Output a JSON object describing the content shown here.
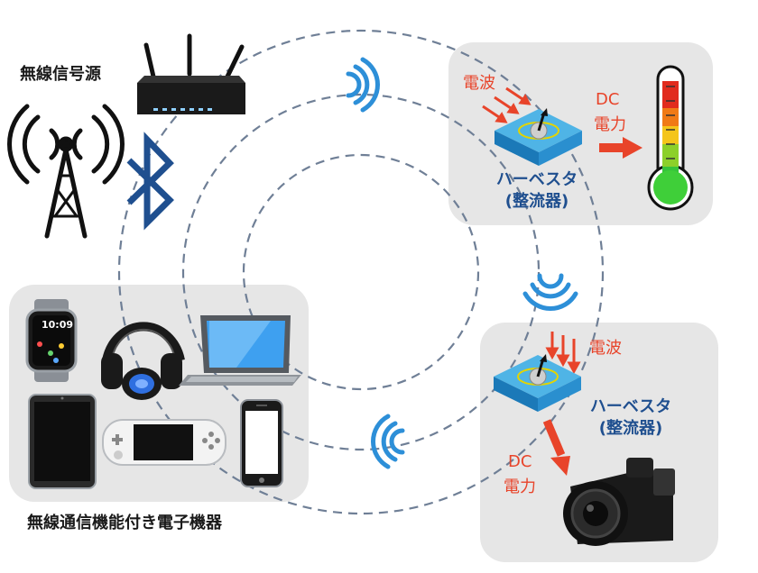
{
  "labels": {
    "source": "無線信号源",
    "devices": "無線通信機能付き電子機器",
    "wave_top": "電波",
    "wave_bottom": "電波",
    "dc_top_line1": "DC",
    "dc_top_line2": "電力",
    "dc_bottom_line1": "DC",
    "dc_bottom_line2": "電力",
    "harvester_top_line1": "ハーベスタ",
    "harvester_top_line2": "(整流器)",
    "harvester_bottom_line1": "ハーベスタ",
    "harvester_bottom_line2": "(整流器)"
  },
  "watch": {
    "time": "10:09"
  },
  "colors": {
    "panel": "#e6e6e6",
    "accent_red": "#e8442a",
    "harvester_blue": "#1f4f8f",
    "wave_blue": "#2d8fd8",
    "ring": "#6f7f96"
  },
  "icons": [
    "router-icon",
    "cell-tower-icon",
    "bluetooth-icon",
    "wifi-wave-icon",
    "thermometer-icon",
    "camera-icon",
    "smartwatch-icon",
    "headphones-icon",
    "laptop-icon",
    "tablet-icon",
    "game-console-icon",
    "smartphone-icon",
    "harvester-chip-icon"
  ]
}
